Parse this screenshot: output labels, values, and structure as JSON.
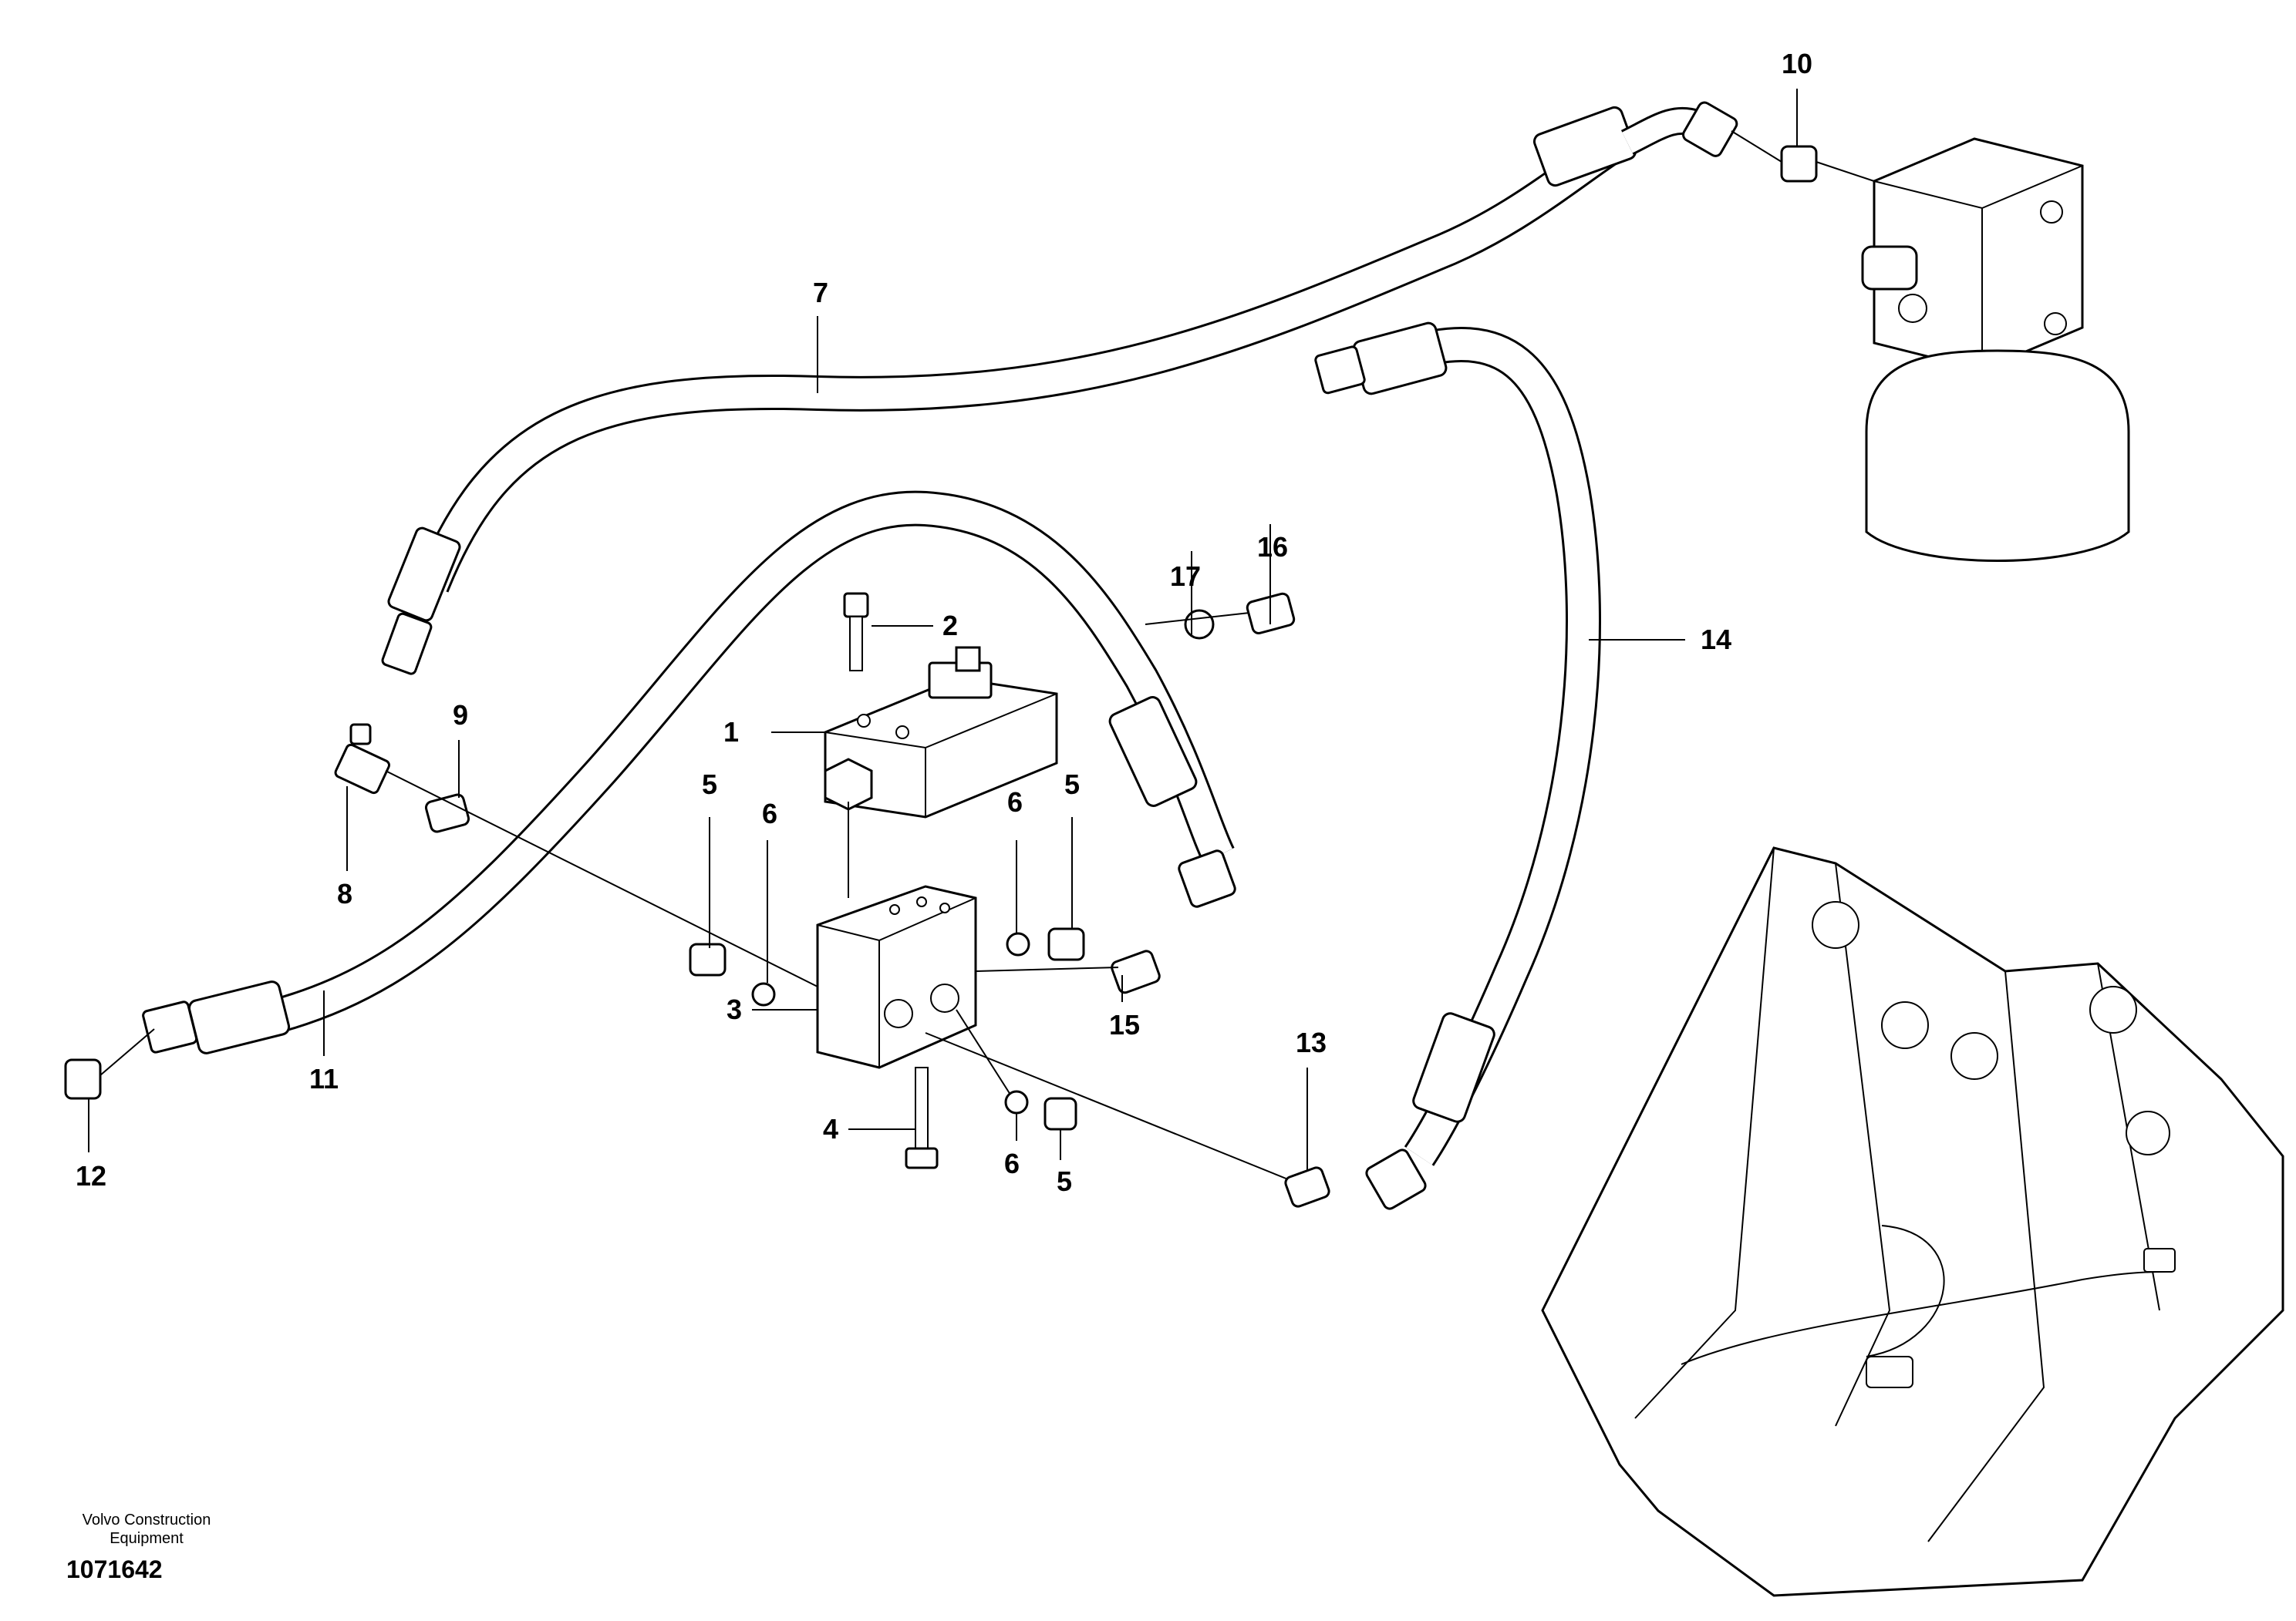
{
  "callouts": [
    "1",
    "2",
    "3",
    "4",
    "5",
    "5",
    "5",
    "6",
    "6",
    "6",
    "7",
    "8",
    "9",
    "10",
    "11",
    "12",
    "13",
    "14",
    "15",
    "16",
    "17"
  ],
  "footer": {
    "maker_line1": "Volvo Construction",
    "maker_line2": "Equipment",
    "doc_number": "1071642"
  }
}
